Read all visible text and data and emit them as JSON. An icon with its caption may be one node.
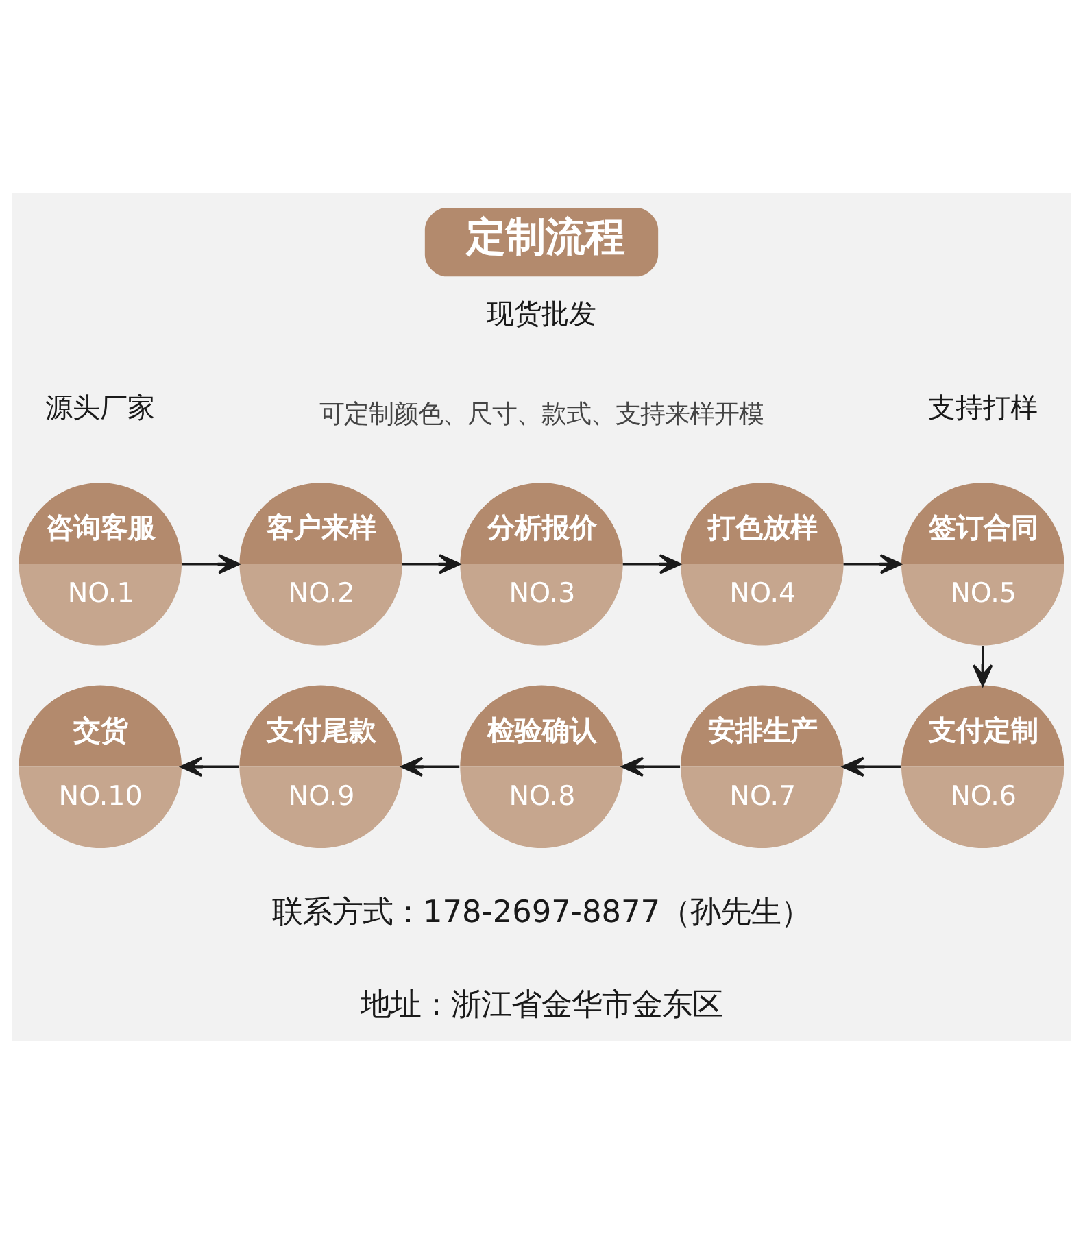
{
  "diagram": {
    "title": "定制流程",
    "nodes": [
      {
        "text": [
          "咨询客服",
          "NO.1"
        ]
      },
      {
        "text": [
          "客户来样",
          "NO.2"
        ]
      },
      {
        "text": [
          "分析报价",
          "NO.3"
        ]
      },
      {
        "text": [
          "打色放样",
          "NO.4"
        ]
      },
      {
        "text": [
          "签订合同",
          "NO.5"
        ]
      },
      {
        "text": [
          "支付定制",
          "NO.6"
        ]
      },
      {
        "text": [
          "安排生产",
          "NO.7"
        ]
      },
      {
        "text": [
          "检验确认",
          "NO.8"
        ]
      },
      {
        "text": [
          "支付尾款",
          "NO.9"
        ]
      },
      {
        "text": [
          "交货",
          "NO.10"
        ]
      }
    ],
    "edges": [
      {
        "from": 0,
        "to": 1,
        "arrow": "to"
      },
      {
        "from": 1,
        "to": 2,
        "arrow": "to"
      },
      {
        "from": 2,
        "to": 3,
        "arrow": "to"
      },
      {
        "from": 3,
        "to": 4,
        "arrow": "to"
      },
      {
        "from": 4,
        "to": 5,
        "arrow": "to"
      },
      {
        "from": 5,
        "to": 6,
        "arrow": "to"
      },
      {
        "from": 6,
        "to": 7,
        "arrow": "to"
      },
      {
        "from": 7,
        "to": 8,
        "arrow": "to"
      },
      {
        "from": 8,
        "to": 9,
        "arrow": "to"
      }
    ],
    "labels": [
      "源头厂家",
      "现货批发",
      "支持打样",
      "可定制颜色、尺寸、款式、支持来样开模",
      "联系方式：178-2697-8877（孙先生）",
      "地址：浙江省金华市金东区"
    ]
  }
}
